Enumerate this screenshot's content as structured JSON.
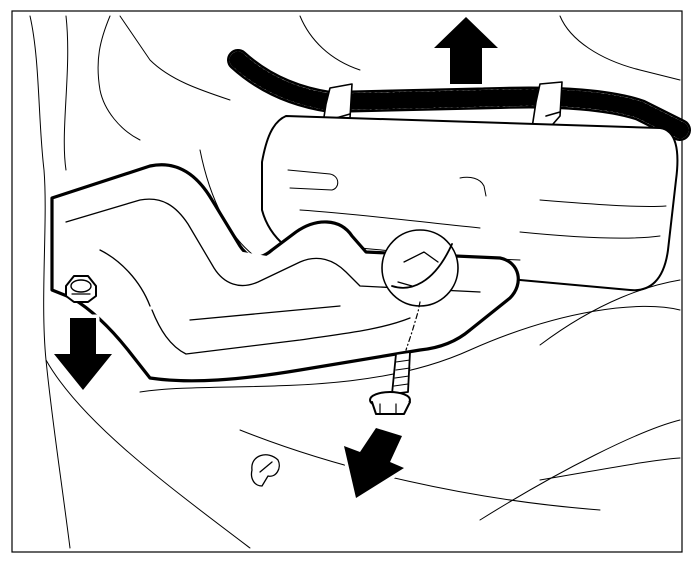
{
  "figure": {
    "kind": "service-manual line illustration",
    "text_labels": [],
    "colors": {
      "ink": "#000000",
      "paper": "#ffffff",
      "light_ink": "#4a4a4a"
    },
    "arrows": [
      {
        "name": "lift-harness-arrow",
        "direction": "up"
      },
      {
        "name": "remove-left-nut-arrow",
        "direction": "down"
      },
      {
        "name": "remove-bolt-arrow",
        "direction": "down-left"
      }
    ]
  }
}
